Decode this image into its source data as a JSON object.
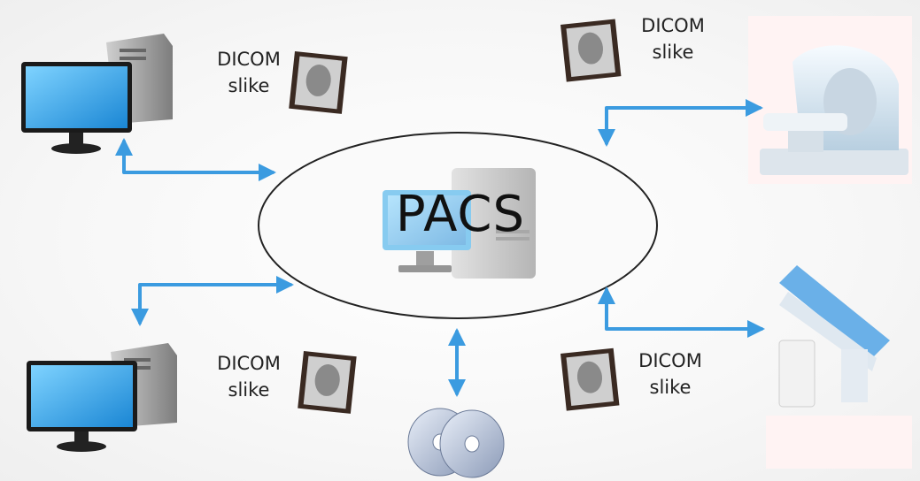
{
  "center": {
    "title": "PACS"
  },
  "labels": {
    "top_left": {
      "line1": "DICOM",
      "line2": "slike"
    },
    "top_right": {
      "line1": "DICOM",
      "line2": "slike"
    },
    "bottom_left": {
      "line1": "DICOM",
      "line2": "slike"
    },
    "bottom_right": {
      "line1": "DICOM",
      "line2": "slike"
    }
  },
  "colors": {
    "arrow": "#3b9be0",
    "ellipse_stroke": "#222222",
    "monitor_screen": "#2aa6e8",
    "tower": "#a9a9a9"
  },
  "icons": [
    "workstation-icon",
    "xray-film-icon",
    "server-icon",
    "mri-scanner-icon",
    "x-ray-table-icon",
    "disc-stack-icon"
  ]
}
